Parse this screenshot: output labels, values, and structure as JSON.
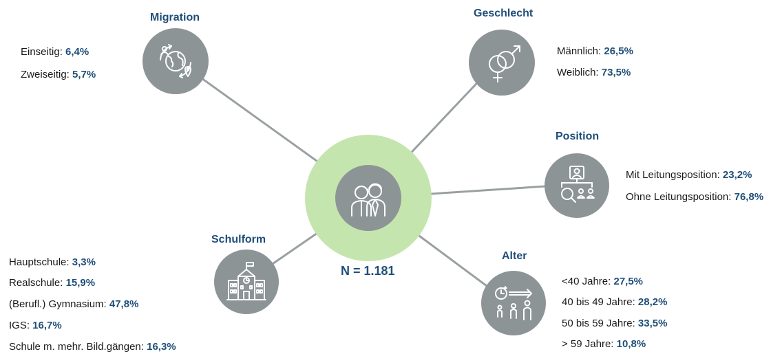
{
  "center": {
    "total_label": "N = 1.181",
    "icon": "teachers-icon"
  },
  "groups": {
    "migration": {
      "title": "Migration",
      "icon": "globe-migration-icon",
      "items": [
        {
          "label": "Einseitig:",
          "value": "6,4%"
        },
        {
          "label": "Zweiseitig:",
          "value": "5,7%"
        }
      ]
    },
    "geschlecht": {
      "title": "Geschlecht",
      "icon": "gender-symbols-icon",
      "items": [
        {
          "label": "Männlich:",
          "value": "26,5%"
        },
        {
          "label": "Weiblich:",
          "value": "73,5%"
        }
      ]
    },
    "position": {
      "title": "Position",
      "icon": "org-chart-search-icon",
      "items": [
        {
          "label": "Mit Leitungsposition:",
          "value": "23,2%"
        },
        {
          "label": "Ohne Leitungsposition:",
          "value": "76,8%"
        }
      ]
    },
    "schulform": {
      "title": "Schulform",
      "icon": "school-building-icon",
      "items": [
        {
          "label": "Hauptschule:",
          "value": "3,3%"
        },
        {
          "label": "Realschule:",
          "value": "15,9%"
        },
        {
          "label": "(Berufl.) Gymnasium:",
          "value": "47,8%"
        },
        {
          "label": "IGS:",
          "value": "16,7%"
        },
        {
          "label": "Schule m. mehr. Bild.gängen:",
          "value": "16,3%"
        }
      ]
    },
    "alter": {
      "title": "Alter",
      "icon": "age-timeline-icon",
      "items": [
        {
          "label": "<40 Jahre:",
          "value": "27,5%"
        },
        {
          "label": "40 bis 49 Jahre:",
          "value": "28,2%"
        },
        {
          "label": "50 bis 59 Jahre:",
          "value": "33,5%"
        },
        {
          "label": "> 59 Jahre:",
          "value": "10,8%"
        }
      ]
    }
  },
  "colors": {
    "node": "#8d9496",
    "halo": "#c5e5ae",
    "accent": "#1f4e79",
    "connector": "#9aa0a2"
  }
}
